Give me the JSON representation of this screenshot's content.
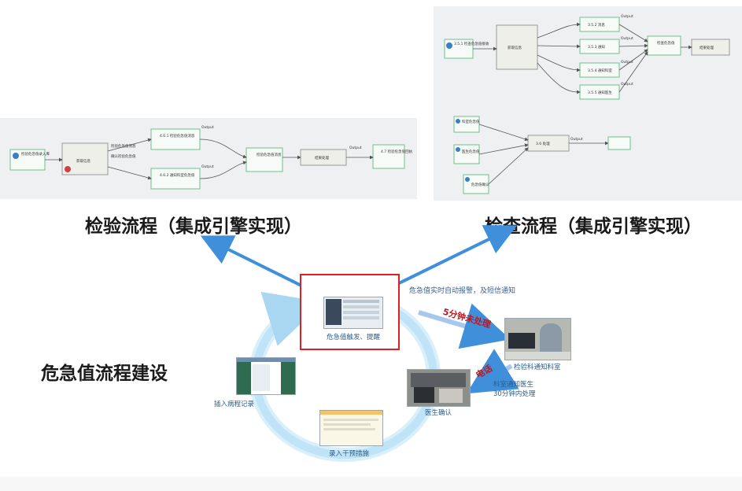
{
  "headings": {
    "lab_flow": "检验流程（集成引擎实现）",
    "exam_flow": "检查流程（集成引擎实现）",
    "critical_flow": "危急值流程建设"
  },
  "cycle": {
    "trigger": "危急值触发、提醒",
    "auto_alert": "危急值实时自动报警，及短信通知",
    "timeout": "5分钟未处理",
    "lab_notify": "检验科通知科室",
    "phone": "电话",
    "dept_notify": [
      "科室通知医生",
      "30分钟内处理"
    ],
    "doctor_confirm": "医生确认",
    "record_measures": "录入干预措施",
    "insert_record": "插入病程记录"
  },
  "lab_diagram": {
    "nodes": [
      "检验危急值录入库",
      "获取信息",
      "4.6.1 检验危急值消息",
      "4.6.2 通知科室危急值",
      "检验危急值消息",
      "结果处理",
      "4.7 检验危急值回执"
    ],
    "edge_labels": [
      "检验危急值消息",
      "确认检验危急值",
      "Output",
      "Output",
      "Output"
    ]
  },
  "exam_diagram": {
    "nodes": [
      "3.5.1 检查危急值接收",
      "获取信息",
      "3.5.2 消息",
      "3.5.3 通知",
      "3.5.4 通知科室",
      "3.5.5 通知医生",
      "检查危急值",
      "结果处理",
      "科室危急值",
      "医生危急值",
      "危急值确认",
      "3.6 处理"
    ],
    "edge_labels": [
      "Output",
      "Output",
      "Output",
      "Output",
      "Output"
    ]
  },
  "colors": {
    "arrow_blue": "#3f8fdb",
    "cycle_blue": "#bfe3f7",
    "highlight_red": "#e02020",
    "text_blue": "#2b5d8a",
    "alert_red": "#c0151c"
  }
}
